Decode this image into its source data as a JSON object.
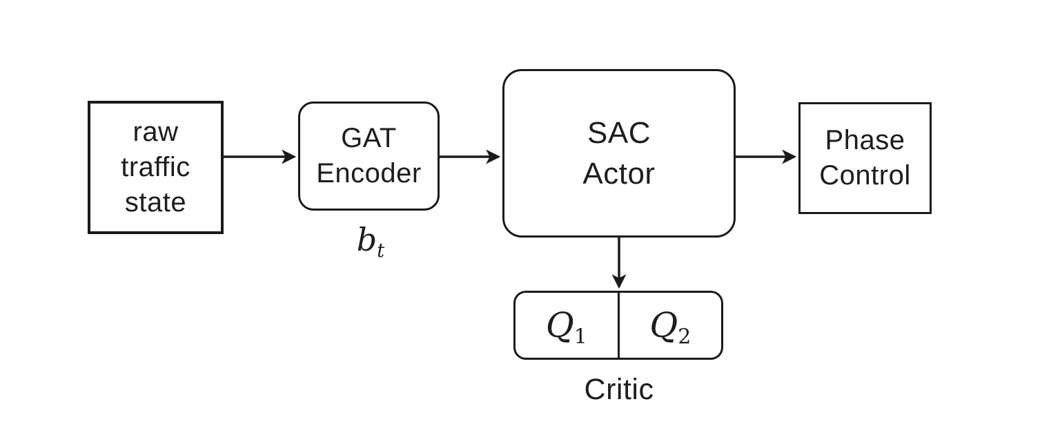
{
  "diagram": {
    "nodes": {
      "raw_traffic_state": {
        "label": "raw\ntraffic\nstate"
      },
      "gat_encoder": {
        "label": "GAT\nEncoder"
      },
      "sac_actor": {
        "label": "SAC\nActor"
      },
      "phase_control": {
        "label": "Phase\nControl"
      },
      "critic": {
        "caption": "Critic",
        "q1": {
          "base": "Q",
          "sub": "1"
        },
        "q2": {
          "base": "Q",
          "sub": "2"
        }
      }
    },
    "labels": {
      "encoder_output": {
        "base": "b",
        "sub": "t"
      }
    },
    "colors": {
      "stroke": "#1a1a1a",
      "text": "#1d1d1d",
      "background": "#ffffff"
    }
  }
}
